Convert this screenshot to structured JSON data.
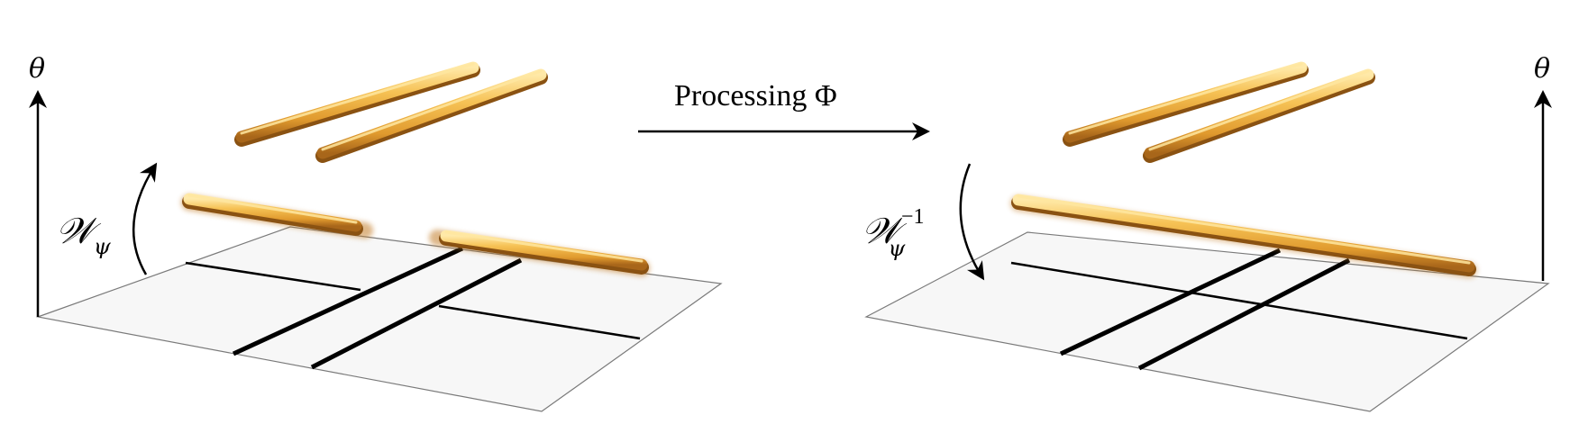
{
  "labels": {
    "theta_left": "θ",
    "theta_right": "θ",
    "forward_transform": "𝒲",
    "forward_subscript": "ψ",
    "inverse_transform": "𝒲",
    "inverse_subscript": "ψ",
    "inverse_superscript": "−1",
    "processing_text": "Processing Φ"
  },
  "colors": {
    "rod_light": "#ffe08a",
    "rod_mid": "#f2b445",
    "rod_dark": "#b8741a",
    "plane_fill": "#f7f7f7",
    "plane_edge": "#7a7a7a",
    "line": "#000000"
  }
}
